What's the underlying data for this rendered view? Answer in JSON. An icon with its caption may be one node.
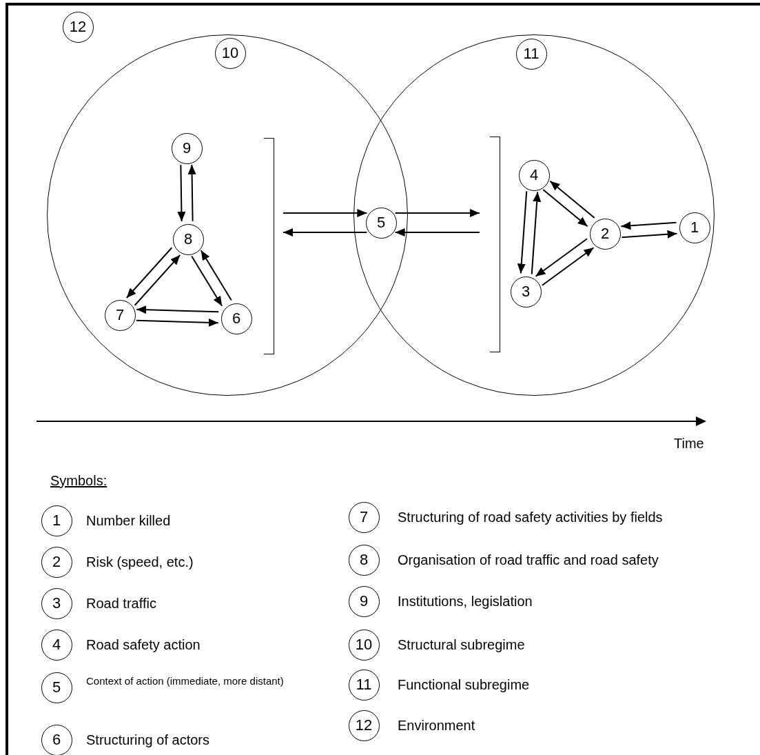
{
  "diagram": {
    "nodes": [
      {
        "text": [
          "12"
        ]
      },
      {
        "text": [],
        "shape": "circle"
      },
      {
        "text": [
          "10"
        ],
        "in": 1
      },
      {
        "text": [],
        "shape": "circle"
      },
      {
        "text": [
          "11"
        ],
        "in": 3
      },
      {
        "text": [
          "9"
        ],
        "in": 1
      },
      {
        "text": [
          "8"
        ],
        "in": 1
      },
      {
        "text": [
          "7"
        ],
        "in": 1
      },
      {
        "text": [
          "6"
        ],
        "in": 1
      },
      {
        "text": [],
        "shape": "bracket",
        "in": 1
      },
      {
        "text": [
          "5"
        ]
      },
      {
        "text": [],
        "shape": "bracket",
        "in": 3
      },
      {
        "text": [
          "4"
        ],
        "in": 3
      },
      {
        "text": [
          "2"
        ],
        "in": 3
      },
      {
        "text": [
          "3"
        ],
        "in": 3
      },
      {
        "text": [
          "1"
        ],
        "in": 3
      },
      {
        "text": [
          "1"
        ],
        "beside": [
          "Number killed"
        ]
      },
      {
        "text": [
          "2"
        ],
        "beside": [
          "Risk (speed, etc.)"
        ]
      },
      {
        "text": [
          "3"
        ],
        "beside": [
          "Road traffic"
        ]
      },
      {
        "text": [
          "4"
        ],
        "beside": [
          "Road safety action"
        ]
      },
      {
        "text": [
          "5"
        ],
        "beside": [
          "Context of action (immediate, more distant)"
        ]
      },
      {
        "text": [
          "6"
        ],
        "beside": [
          "Structuring of actors"
        ]
      },
      {
        "text": [
          "7"
        ],
        "beside": [
          "Structuring of road safety activities by fields"
        ]
      },
      {
        "text": [
          "8"
        ],
        "beside": [
          "Organisation of road traffic and road safety"
        ]
      },
      {
        "text": [
          "9"
        ],
        "beside": [
          "Institutions, legislation"
        ]
      },
      {
        "text": [
          "10"
        ],
        "beside": [
          "Structural subregime"
        ]
      },
      {
        "text": [
          "11"
        ],
        "beside": [
          "Functional subregime"
        ]
      },
      {
        "text": [
          "12"
        ],
        "beside": [
          "Environment"
        ]
      }
    ],
    "edges": [
      {
        "from": 6,
        "to": 5,
        "arrow": "to"
      },
      {
        "from": 5,
        "to": 6,
        "arrow": "to"
      },
      {
        "from": 7,
        "to": 6,
        "arrow": "to"
      },
      {
        "from": 6,
        "to": 7,
        "arrow": "to"
      },
      {
        "from": 6,
        "to": 8,
        "arrow": "to"
      },
      {
        "from": 8,
        "to": 6,
        "arrow": "to"
      },
      {
        "from": 7,
        "to": 8,
        "arrow": "to"
      },
      {
        "from": 8,
        "to": 7,
        "arrow": "to"
      },
      {
        "from": 9,
        "to": 10,
        "arrow": "to"
      },
      {
        "from": 10,
        "to": 9,
        "arrow": "to"
      },
      {
        "from": 10,
        "to": 11,
        "arrow": "to"
      },
      {
        "from": 11,
        "to": 10,
        "arrow": "to"
      },
      {
        "from": 14,
        "to": 12,
        "arrow": "to"
      },
      {
        "from": 12,
        "to": 14,
        "arrow": "to"
      },
      {
        "from": 12,
        "to": 13,
        "arrow": "to"
      },
      {
        "from": 13,
        "to": 12,
        "arrow": "to"
      },
      {
        "from": 14,
        "to": 13,
        "arrow": "to"
      },
      {
        "from": 13,
        "to": 14,
        "arrow": "to"
      },
      {
        "from": 13,
        "to": 15,
        "arrow": "to"
      },
      {
        "from": 15,
        "to": 13,
        "arrow": "to"
      }
    ],
    "labels": [
      "Time",
      "Symbols:"
    ]
  }
}
